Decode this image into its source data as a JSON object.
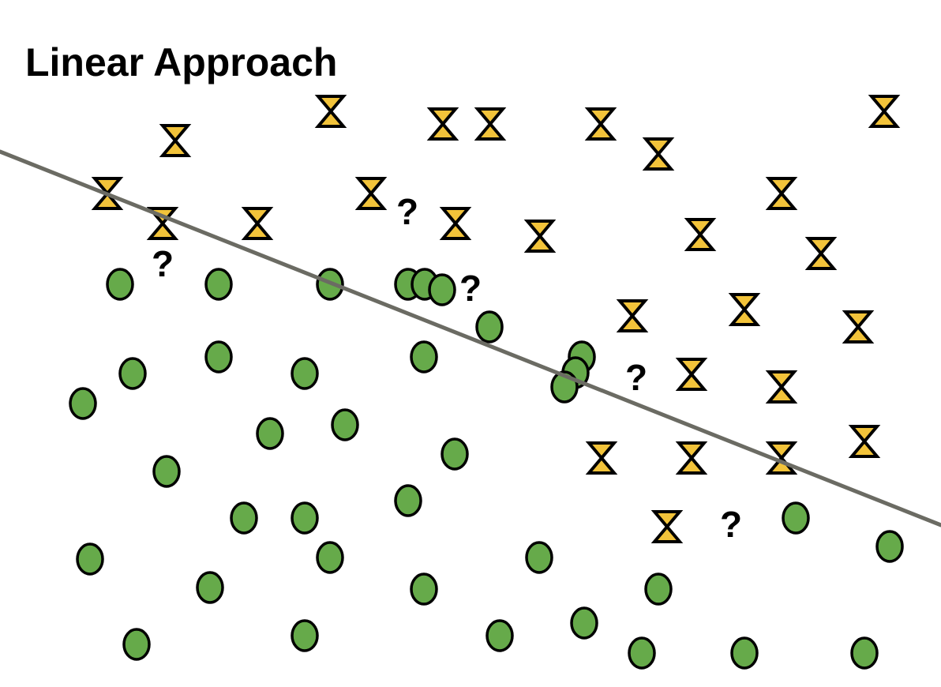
{
  "title": "Linear Approach",
  "unknown_label": "?",
  "colors": {
    "circle_fill": "#66aa4a",
    "hourglass_fill": "#f2c33a",
    "outline": "#000000",
    "line": "#6b6b63",
    "background": "#ffffff"
  },
  "icons": {
    "class_a": "green-circle",
    "class_b": "yellow-hourglass",
    "unknown": "question-mark"
  }
}
